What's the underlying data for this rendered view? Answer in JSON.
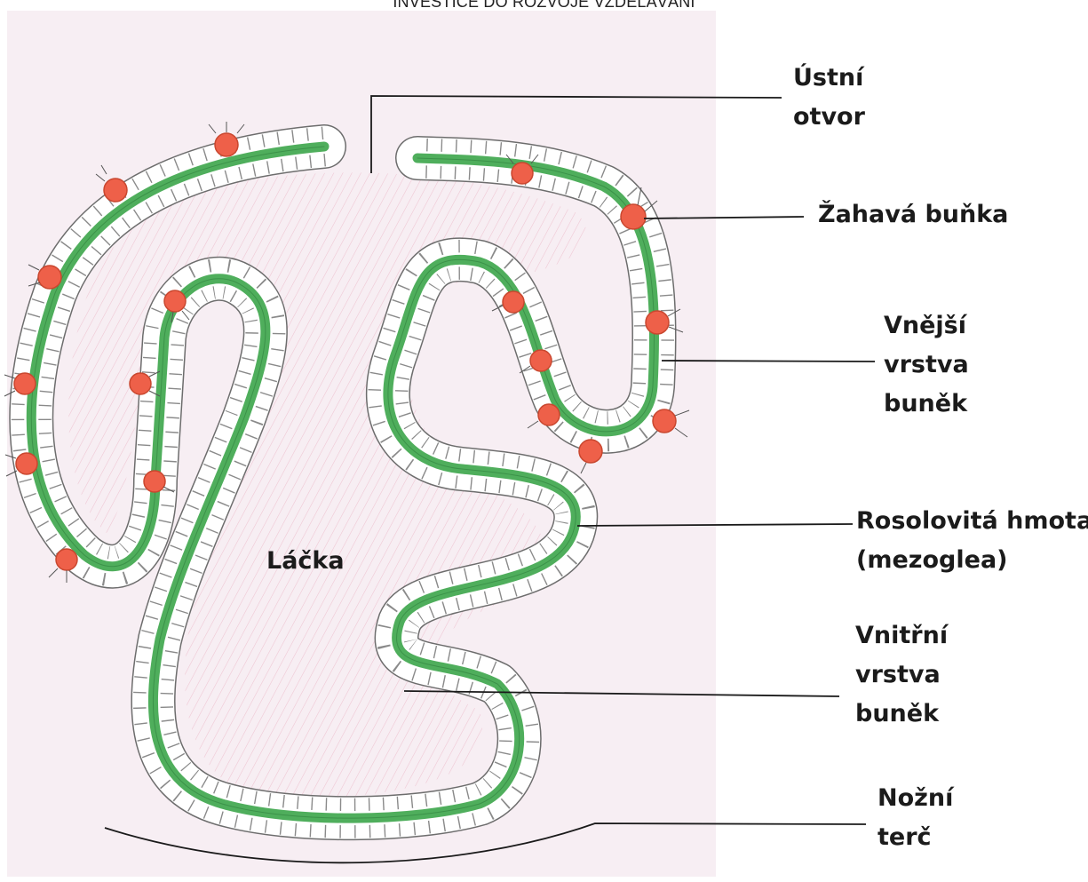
{
  "header": {
    "text": "INVESTICE DO ROZVOJE VZDĚLÁVÁNÍ"
  },
  "labels": {
    "mouth": [
      "Ústní",
      "otvor"
    ],
    "cnidocyte": [
      "Žahavá buňka"
    ],
    "outer_layer": [
      "Vnější",
      "vrstva",
      "buněk"
    ],
    "mesoglea": [
      "Rosolovitá hmota",
      "(mezoglea)"
    ],
    "cavity": [
      "Láčka"
    ],
    "inner_layer": [
      "Vnitřní",
      "vrstva",
      "buněk"
    ],
    "foot": [
      "Nožní",
      "terč"
    ]
  },
  "colors": {
    "paper": "#f7eef3",
    "mesoglea_green": "#4fae5c",
    "cnidocyte_red": "#ee6049",
    "cavity_hatch": "#e7a2b6",
    "cell_outline": "#6d6d6d"
  }
}
